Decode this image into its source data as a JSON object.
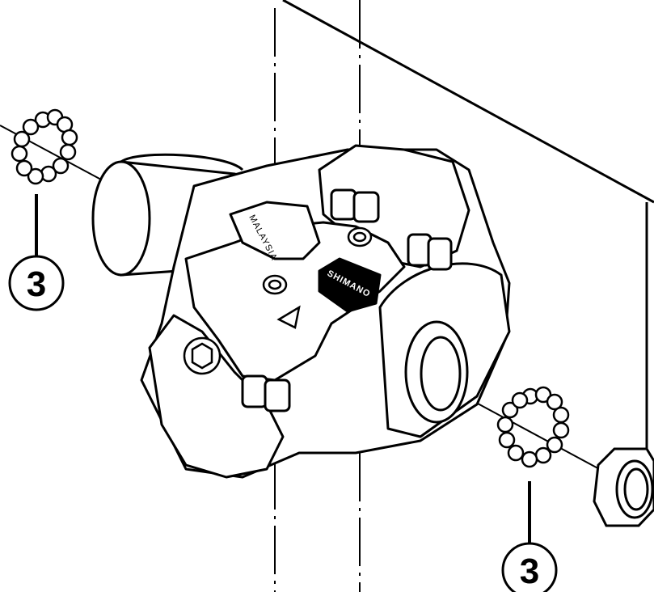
{
  "callouts": [
    {
      "id": "left",
      "number": "3"
    },
    {
      "id": "bottom",
      "number": "3"
    }
  ],
  "engravings": {
    "origin": "MALAYSIA",
    "brand": "SHIMANO"
  },
  "colors": {
    "stroke": "#000000",
    "fill": "#ffffff",
    "shade": "#dcdcdc"
  }
}
